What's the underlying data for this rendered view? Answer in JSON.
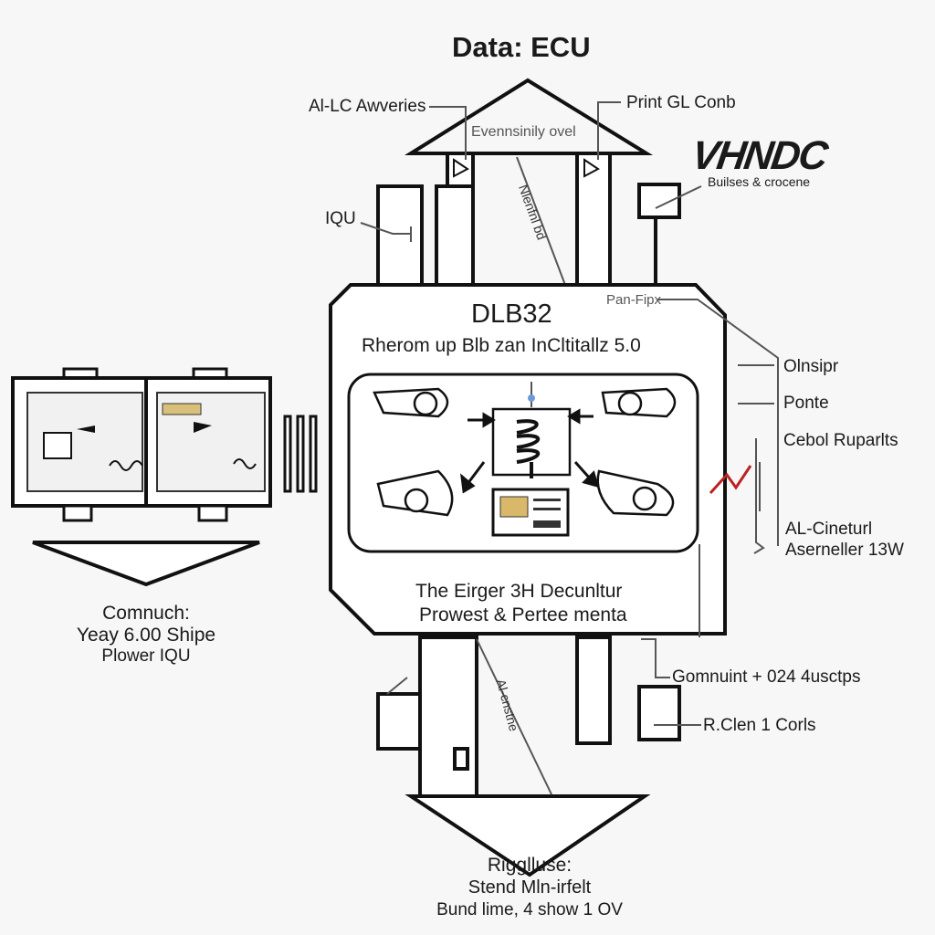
{
  "title": "Data: ECU",
  "brand": {
    "logo": "VHNDC",
    "subtitle": "Builses & crocene"
  },
  "top_arrow": {
    "left_label": "Al-LC Awveries",
    "right_label": "Print GL Conb",
    "inner_label": "Evennsinily ovel",
    "vertical_label": "Nlenfnl bd",
    "side_label": "IQU"
  },
  "ecu": {
    "heading": "DLB32",
    "subheading": "Rherom up Blb zan InCltitallz 5.0",
    "caption_line1": "The Eirger 3H Decunltur",
    "caption_line2": "Prowest & Pertee menta",
    "port_label": "Pan-Fipx"
  },
  "right_labels": [
    "Olnsipr",
    "Ponte",
    "Cebol Ruparlts",
    "AL-Cineturl",
    "Aserneller 13W"
  ],
  "left_panel": {
    "line1": "Comnuch:",
    "line2": "Yeay 6.00 Shipe",
    "line3": "Plower IQU"
  },
  "bottom_arrow": {
    "vertical_label": "Al-cnstne",
    "right_label1": "Gomnuint + 024 4usctps",
    "right_label2": "R.Clen 1 Corls"
  },
  "footer": {
    "line1": "Rigglluse:",
    "line2": "Stend Mln-irfelt",
    "line3": "Bund lime, 4 show 1 OV"
  }
}
